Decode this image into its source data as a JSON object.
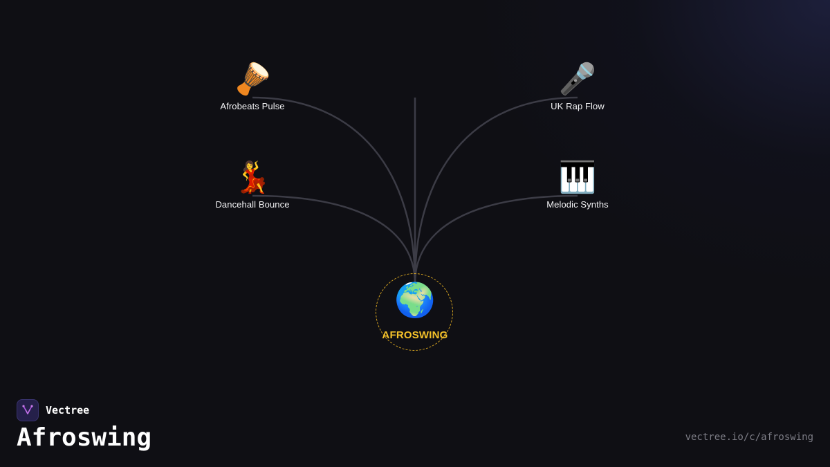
{
  "diagram": {
    "center": {
      "emoji": "🌍",
      "label": "AFROSWING",
      "icon_name": "globe-africa-icon",
      "ring_color": "#d9a621",
      "label_color": "#f5c22a"
    },
    "nodes": [
      {
        "id": "afrobeats-pulse",
        "emoji": "🪘",
        "icon_name": "drum-icon",
        "label": "Afrobeats Pulse"
      },
      {
        "id": "uk-rap-flow",
        "emoji": "🎤",
        "icon_name": "microphone-icon",
        "label": "UK Rap Flow"
      },
      {
        "id": "dancehall-bounce",
        "emoji": "💃",
        "icon_name": "dancer-icon",
        "label": "Dancehall Bounce"
      },
      {
        "id": "melodic-synths",
        "emoji": "🎹",
        "icon_name": "piano-icon",
        "label": "Melodic Synths"
      }
    ],
    "edge_color": "#3c3c46"
  },
  "brand": {
    "name": "Vectree",
    "logo_icon": "vectree-logo-icon",
    "accent": "#a24bd8"
  },
  "page": {
    "title": "Afroswing",
    "url": "vectree.io/c/afroswing"
  }
}
